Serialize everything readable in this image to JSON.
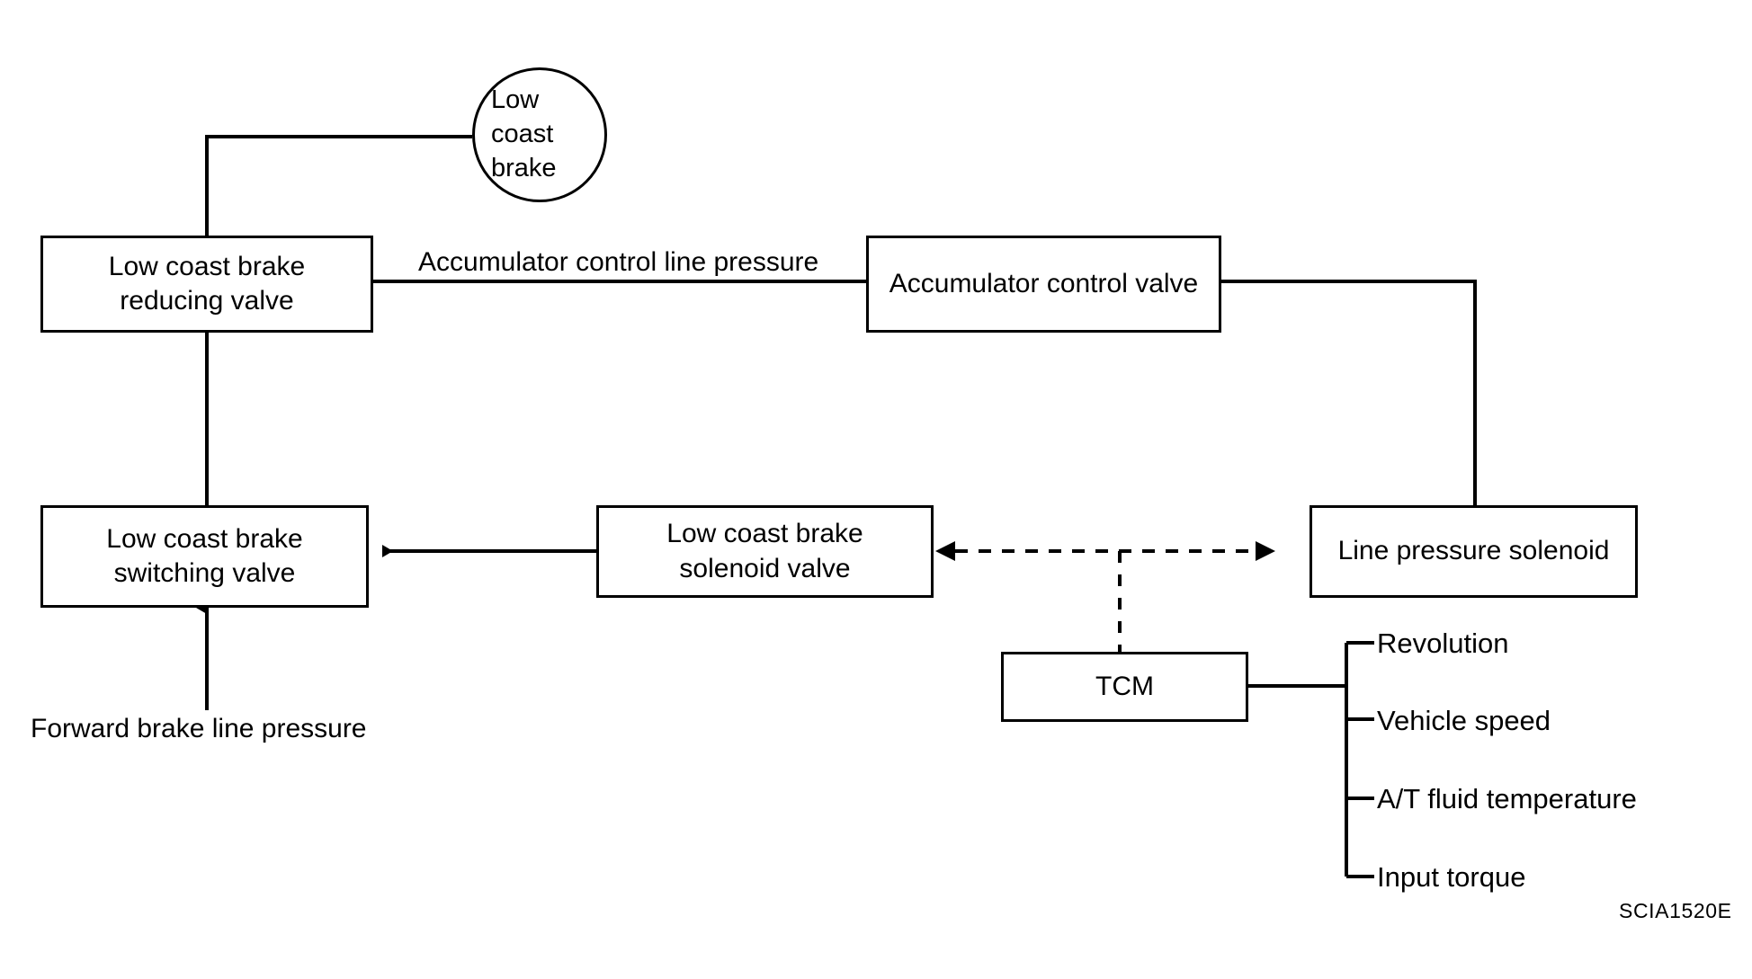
{
  "diagram": {
    "reference_code": "SCIA1520E",
    "nodes": {
      "low_coast_brake": "Low coast brake",
      "low_coast_brake_reducing_valve": "Low coast brake\nreducing valve",
      "low_coast_brake_reducing_valve_line1": "Low coast brake",
      "low_coast_brake_reducing_valve_line2": "reducing valve",
      "accumulator_control_valve": "Accumulator control valve",
      "low_coast_brake_switching_valve_line1": "Low coast brake",
      "low_coast_brake_switching_valve_line2": "switching valve",
      "low_coast_brake_solenoid_valve_line1": "Low coast brake",
      "low_coast_brake_solenoid_valve_line2": "solenoid valve",
      "line_pressure_solenoid": "Line pressure solenoid",
      "tcm": "TCM"
    },
    "edge_labels": {
      "accumulator_control_line_pressure": "Accumulator control line pressure",
      "forward_brake_line_pressure": "Forward brake line pressure"
    },
    "tcm_inputs": [
      "Revolution",
      "Vehicle speed",
      "A/T fluid temperature",
      "Input torque"
    ],
    "colors": {
      "stroke": "#000000",
      "background": "#ffffff",
      "text": "#000000"
    }
  }
}
